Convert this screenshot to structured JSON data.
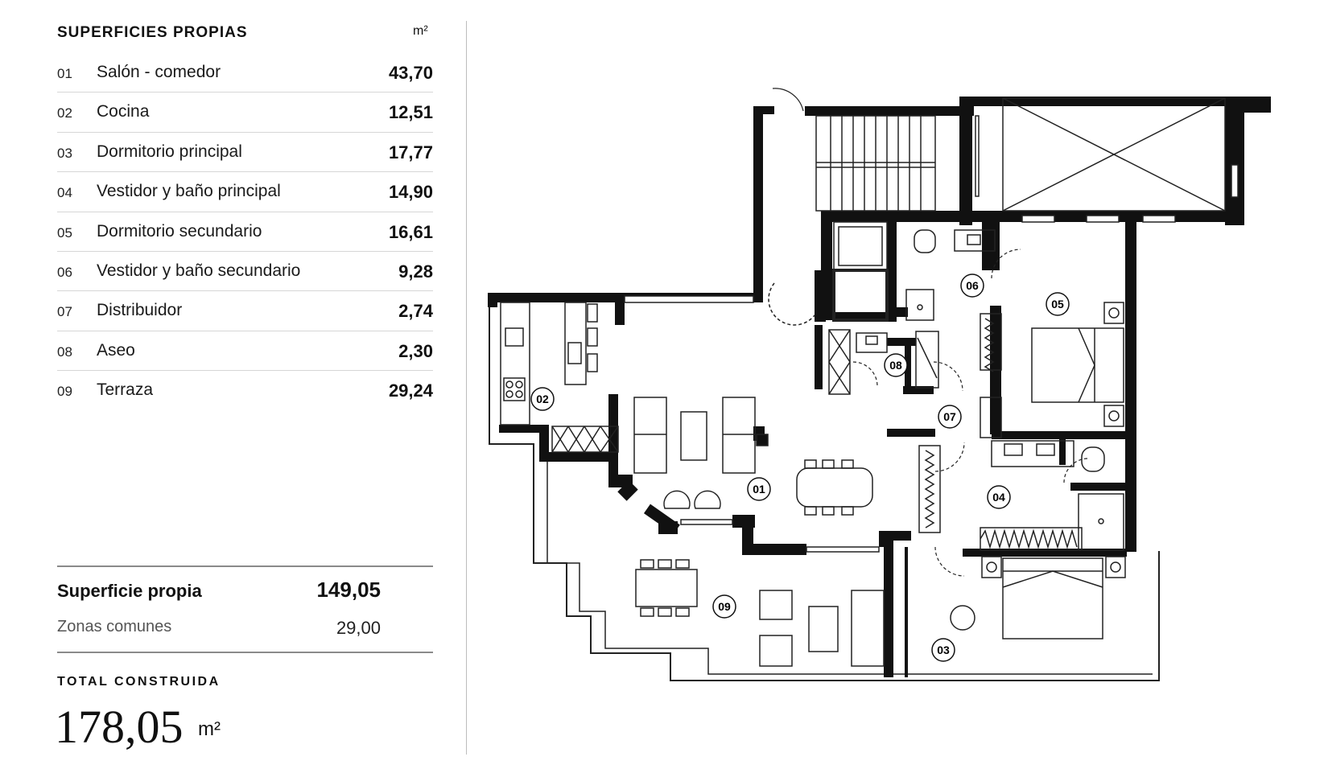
{
  "table": {
    "title": "SUPERFICIES PROPIAS",
    "unit": "m²",
    "rooms": [
      {
        "num": "01",
        "name": "Salón - comedor",
        "area": "43,70"
      },
      {
        "num": "02",
        "name": "Cocina",
        "area": "12,51"
      },
      {
        "num": "03",
        "name": "Dormitorio principal",
        "area": "17,77"
      },
      {
        "num": "04",
        "name": "Vestidor y baño principal",
        "area": "14,90"
      },
      {
        "num": "05",
        "name": "Dormitorio secundario",
        "area": "16,61"
      },
      {
        "num": "06",
        "name": "Vestidor y baño secundario",
        "area": "9,28"
      },
      {
        "num": "07",
        "name": "Distribuidor",
        "area": "2,74"
      },
      {
        "num": "08",
        "name": "Aseo",
        "area": "2,30"
      },
      {
        "num": "09",
        "name": "Terraza",
        "area": "29,24"
      }
    ]
  },
  "summary": {
    "own_label": "Superficie propia",
    "own_value": "149,05",
    "common_label": "Zonas comunes",
    "common_value": "29,00",
    "total_label": "TOTAL CONSTRUIDA",
    "total_value": "178,05",
    "total_unit": "m²"
  },
  "plan": {
    "wall_color": "#111111",
    "line_color": "#222222",
    "labels": [
      "01",
      "02",
      "03",
      "04",
      "05",
      "06",
      "07",
      "08",
      "09"
    ]
  }
}
